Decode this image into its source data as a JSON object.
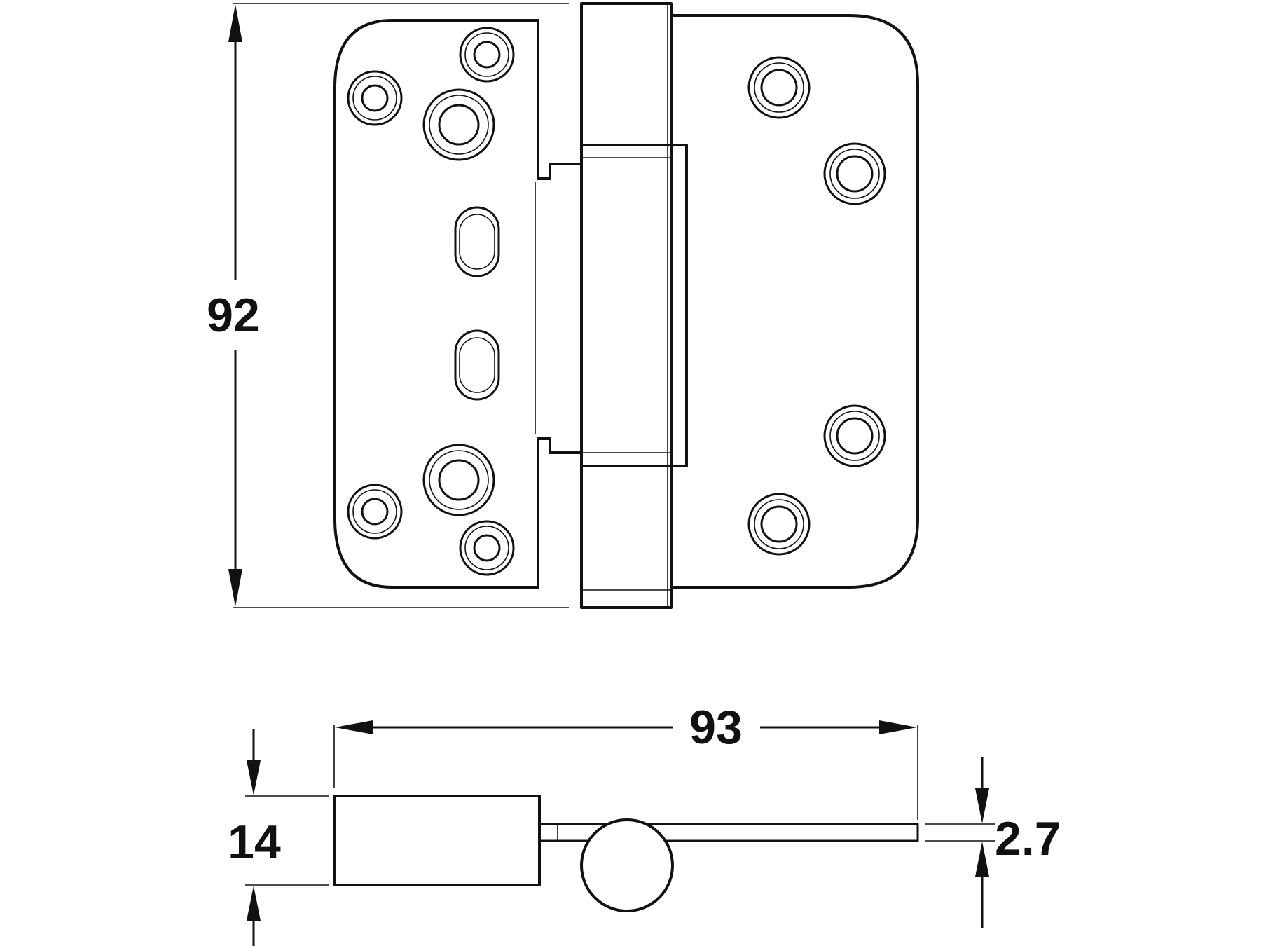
{
  "dimensions": {
    "height": "92",
    "width": "93",
    "knuckle": "14",
    "leaf_thickness": "2.7"
  },
  "colors": {
    "line": "#111111",
    "background": "#ffffff"
  }
}
